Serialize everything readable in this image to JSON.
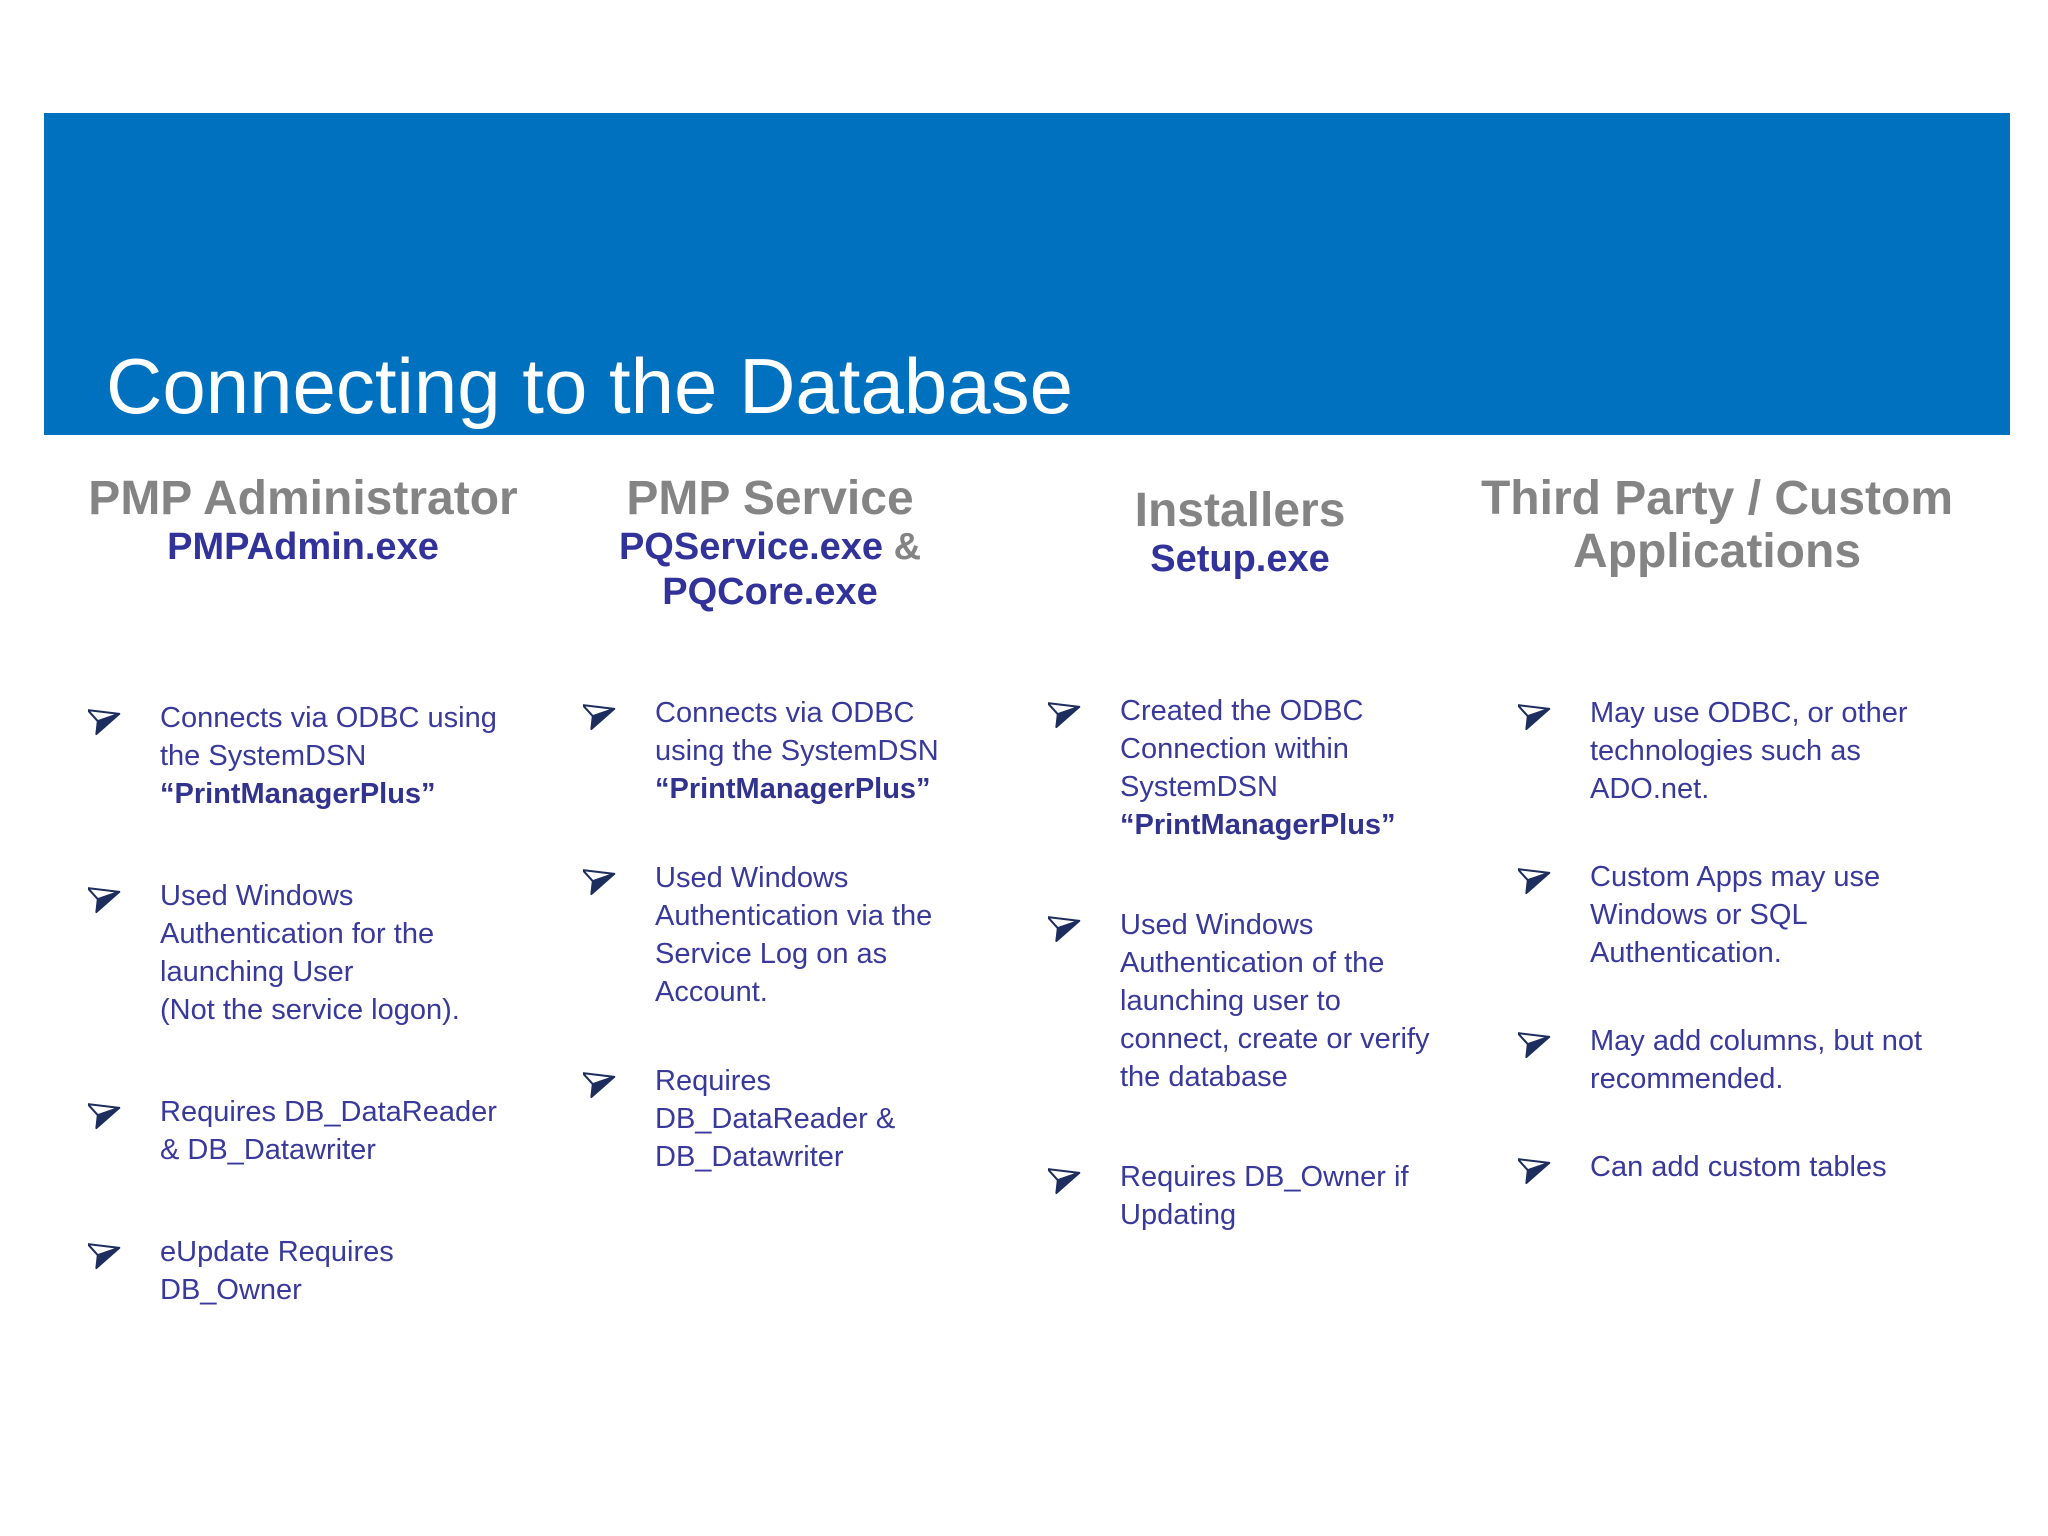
{
  "slide": {
    "title": "Connecting to the Database",
    "colors": {
      "banner_blue": "#0071BE",
      "header_gray": "#848484",
      "body_navy": "#39399B",
      "exe_navy": "#32329B",
      "arrow_navy": "#1C2D5E",
      "background": "#FFFFFF",
      "title_text": "#FFFFFF"
    }
  },
  "columns": [
    {
      "name": "pmp-administrator",
      "header": "PMP Administrator",
      "exe": "PMPAdmin.exe",
      "bullets": [
        {
          "segments": [
            {
              "t": "Connects via ODBC using\nthe SystemDSN\n",
              "b": false
            },
            {
              "t": "“PrintManagerPlus”",
              "b": true
            }
          ]
        },
        {
          "segments": [
            {
              "t": "Used Windows\nAuthentication for the\nlaunching User\n(Not the service logon).",
              "b": false
            }
          ]
        },
        {
          "segments": [
            {
              "t": "Requires DB_DataReader\n& DB_Datawriter",
              "b": false
            }
          ]
        },
        {
          "segments": [
            {
              "t": "eUpdate Requires\nDB_Owner",
              "b": false
            }
          ]
        }
      ]
    },
    {
      "name": "pmp-service",
      "header": "PMP Service",
      "exe": "PQService.exe",
      "exe_amp": " &",
      "exe2": "PQCore.exe",
      "bullets": [
        {
          "segments": [
            {
              "t": "Connects via ODBC\nusing the SystemDSN\n",
              "b": false
            },
            {
              "t": "“PrintManagerPlus”",
              "b": true
            }
          ]
        },
        {
          "segments": [
            {
              "t": "Used Windows\nAuthentication via the\nService Log on as\nAccount.",
              "b": false
            }
          ]
        },
        {
          "segments": [
            {
              "t": "Requires\nDB_DataReader &\nDB_Datawriter",
              "b": false
            }
          ]
        }
      ]
    },
    {
      "name": "installers",
      "header": "Installers",
      "exe": "Setup.exe",
      "bullets": [
        {
          "segments": [
            {
              "t": "Created the ODBC\nConnection within\nSystemDSN\n",
              "b": false
            },
            {
              "t": "“PrintManagerPlus”",
              "b": true
            }
          ]
        },
        {
          "segments": [
            {
              "t": "Used Windows\nAuthentication of the\nlaunching user to\nconnect, create or verify\nthe database",
              "b": false
            }
          ]
        },
        {
          "segments": [
            {
              "t": "Requires DB_Owner if\nUpdating",
              "b": false
            }
          ]
        }
      ]
    },
    {
      "name": "third-party-custom-applications",
      "header": "Third Party / Custom",
      "header_line2": "Applications",
      "bullets": [
        {
          "segments": [
            {
              "t": "May use ODBC, or other\ntechnologies such as\nADO.net.",
              "b": false
            }
          ]
        },
        {
          "segments": [
            {
              "t": "Custom Apps may use\nWindows or SQL\nAuthentication.",
              "b": false
            }
          ]
        },
        {
          "segments": [
            {
              "t": "May add columns, but not\nrecommended.",
              "b": false
            }
          ]
        },
        {
          "segments": [
            {
              "t": "Can add custom tables",
              "b": false
            }
          ]
        }
      ]
    }
  ]
}
